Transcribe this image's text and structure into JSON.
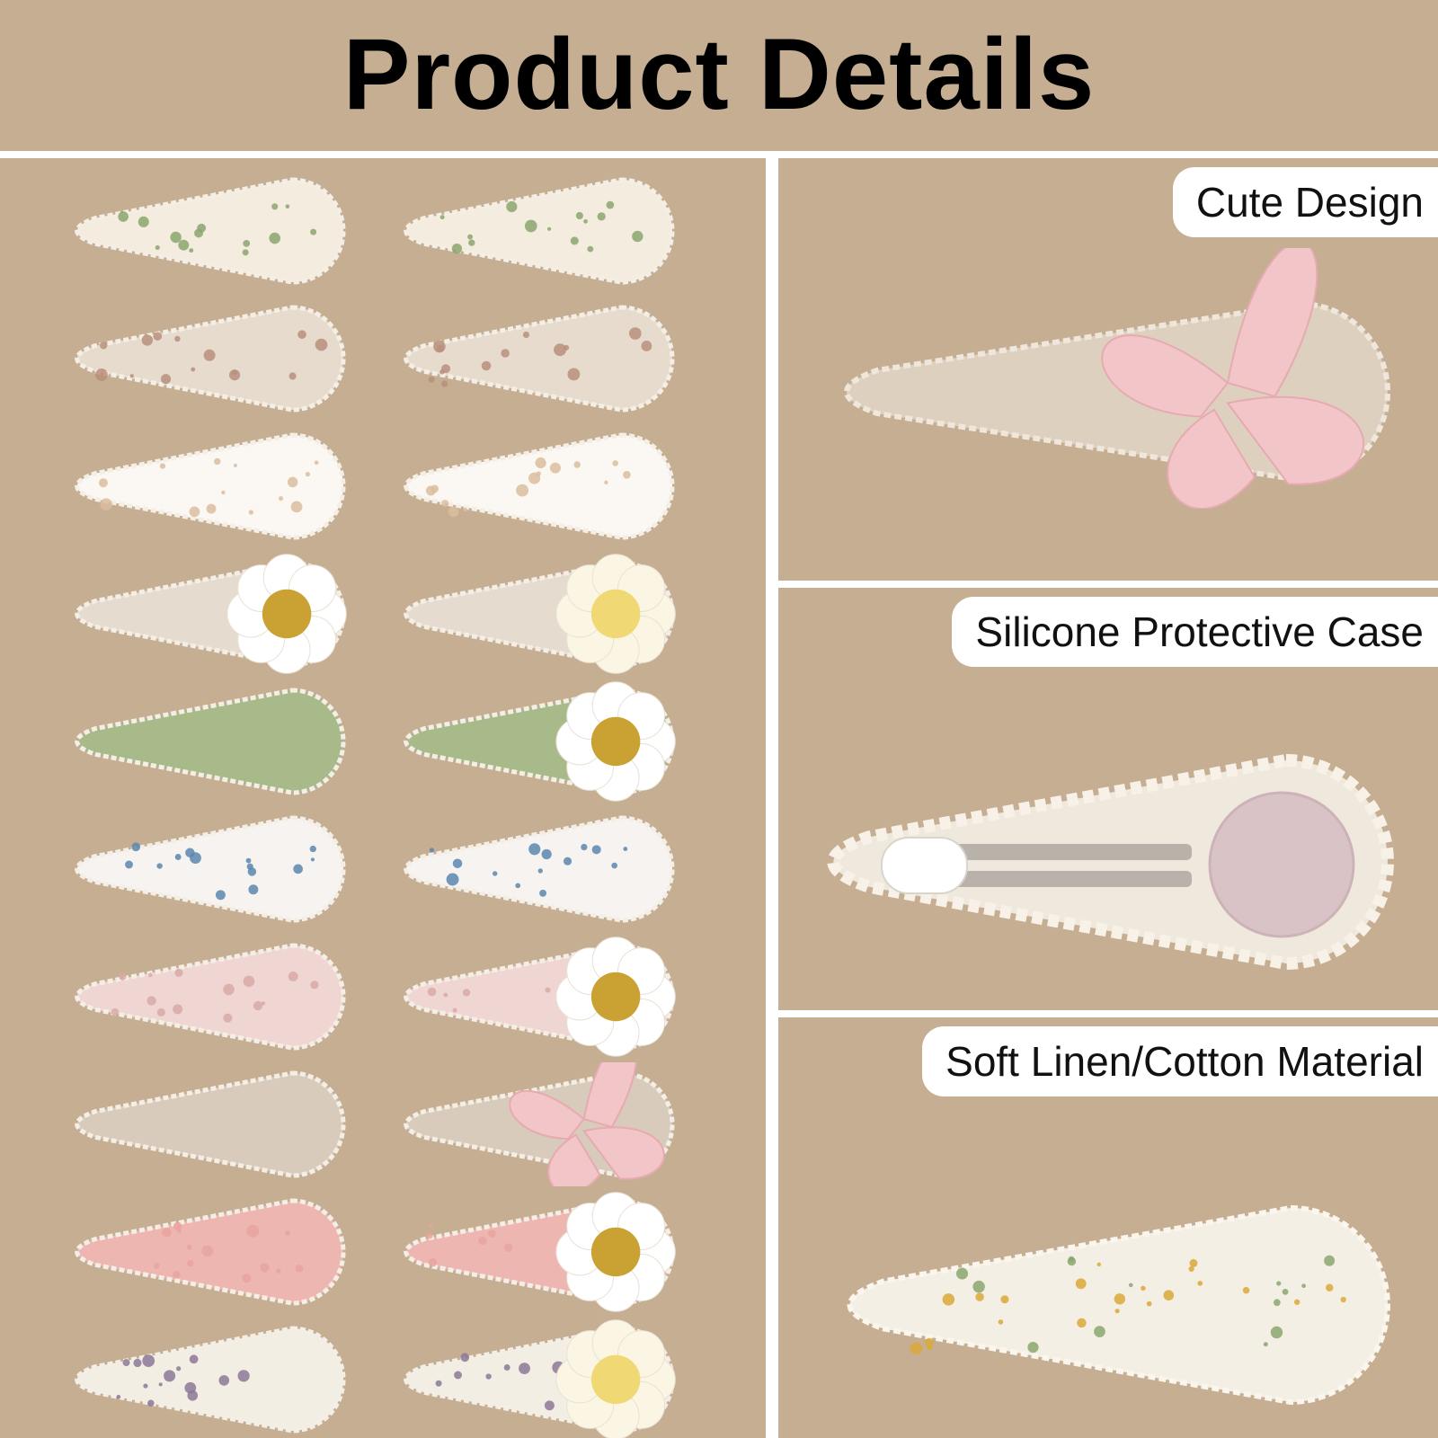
{
  "header": {
    "title": "Product Details"
  },
  "features": [
    {
      "label": "Cute Design",
      "icon": "butterfly-clip-icon"
    },
    {
      "label": "Silicone Protective Case",
      "icon": "snap-clip-back-icon"
    },
    {
      "label": "Soft Linen/Cotton Material",
      "icon": "floral-clip-icon"
    }
  ],
  "colors": {
    "background": "#c6ae93",
    "divider": "#ffffff",
    "label_bg": "#ffffff",
    "text": "#000000"
  },
  "clips": [
    {
      "pattern": "green floral on cream",
      "fill": "#f3ecdf",
      "accent": "#8aa66f",
      "deco": "none"
    },
    {
      "pattern": "green floral on cream",
      "fill": "#f3ecdf",
      "accent": "#8aa66f",
      "deco": "none"
    },
    {
      "pattern": "pink/brown floral on linen",
      "fill": "#e6dbcd",
      "accent": "#b88f7d",
      "deco": "none"
    },
    {
      "pattern": "pink/brown floral on linen",
      "fill": "#e6dbcd",
      "accent": "#b88f7d",
      "deco": "none"
    },
    {
      "pattern": "beige flowers on white",
      "fill": "#fbf8f4",
      "accent": "#dbbd9d",
      "deco": "none"
    },
    {
      "pattern": "beige flowers on white",
      "fill": "#fbf8f4",
      "accent": "#dbbd9d",
      "deco": "none"
    },
    {
      "pattern": "plain linen",
      "fill": "#e5dccf",
      "accent": "#e5dccf",
      "deco": "white-daisy"
    },
    {
      "pattern": "plain linen",
      "fill": "#e5dccf",
      "accent": "#e5dccf",
      "deco": "cream-daisy"
    },
    {
      "pattern": "sage green",
      "fill": "#a8b98a",
      "accent": "#a8b98a",
      "deco": "none"
    },
    {
      "pattern": "sage green",
      "fill": "#a8b98a",
      "accent": "#a8b98a",
      "deco": "white-daisy"
    },
    {
      "pattern": "blue/pink floral",
      "fill": "#f7f3f0",
      "accent": "#5b86ae",
      "deco": "none"
    },
    {
      "pattern": "blue/pink floral",
      "fill": "#f7f3f0",
      "accent": "#5b86ae",
      "deco": "none"
    },
    {
      "pattern": "pink gingham",
      "fill": "#efd6d3",
      "accent": "#d8a9a6",
      "deco": "none"
    },
    {
      "pattern": "pink gingham",
      "fill": "#efd6d3",
      "accent": "#d8a9a6",
      "deco": "white-daisy"
    },
    {
      "pattern": "taupe linen",
      "fill": "#d8cbbb",
      "accent": "#d8cbbb",
      "deco": "none"
    },
    {
      "pattern": "taupe linen",
      "fill": "#d8cbbb",
      "accent": "#d8cbbb",
      "deco": "pink-butterfly"
    },
    {
      "pattern": "pink corduroy",
      "fill": "#eeb6b1",
      "accent": "#e8a49f",
      "deco": "none"
    },
    {
      "pattern": "pink corduroy",
      "fill": "#eeb6b1",
      "accent": "#e8a49f",
      "deco": "white-daisy"
    },
    {
      "pattern": "purple floral on cream",
      "fill": "#f3eee4",
      "accent": "#8b7897",
      "deco": "none"
    },
    {
      "pattern": "purple floral on cream",
      "fill": "#f3eee4",
      "accent": "#8b7897",
      "deco": "cream-daisy"
    }
  ]
}
